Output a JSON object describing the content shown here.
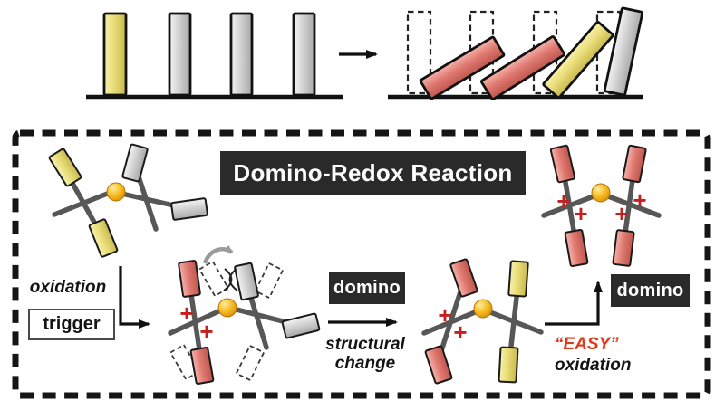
{
  "title": {
    "text": "Domino-Redox Reaction"
  },
  "steps": {
    "trigger": {
      "caption": "oxidation",
      "boxed": "trigger"
    },
    "domino_first": {
      "boxed": "domino",
      "caption_line1": "structural",
      "caption_line2": "change"
    },
    "domino_second": {
      "boxed": "domino",
      "caption_line1": "“EASY”",
      "caption_line2": "oxidation"
    }
  },
  "symbols": {
    "plus": "+"
  },
  "colors": {
    "label_bg": "#2a2a2a",
    "easy_text": "#e0391a",
    "tile_yellow": "#e7da72",
    "tile_gray": "#c9c9c9",
    "tile_red": "#e0756c",
    "metal_gold": "#f2b01e"
  }
}
